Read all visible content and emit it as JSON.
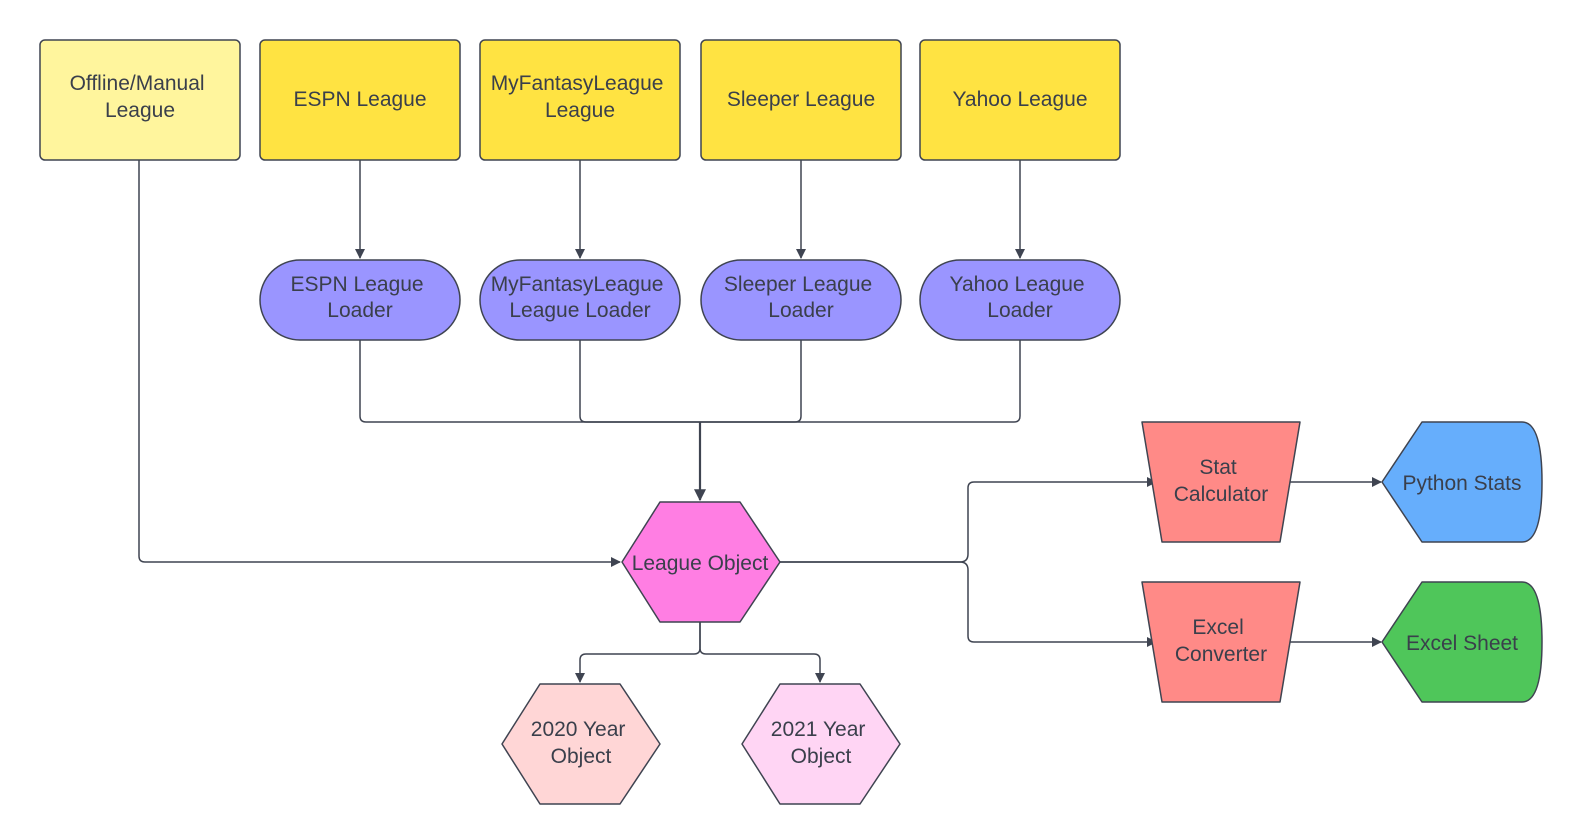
{
  "diagram": {
    "nodes": {
      "offline_league": {
        "lines": [
          "Offline/Manual",
          "League"
        ],
        "color": "#fff59d"
      },
      "espn_league": {
        "lines": [
          "ESPN League"
        ],
        "color": "#ffe342"
      },
      "mfl_league": {
        "lines": [
          "MyFantasyLeague",
          "League"
        ],
        "color": "#ffe342"
      },
      "sleeper_league": {
        "lines": [
          "Sleeper League"
        ],
        "color": "#ffe342"
      },
      "yahoo_league": {
        "lines": [
          "Yahoo League"
        ],
        "color": "#ffe342"
      },
      "espn_loader": {
        "lines": [
          "ESPN League",
          "Loader"
        ],
        "color": "#9a95ff"
      },
      "mfl_loader": {
        "lines": [
          "MyFantasyLeague",
          "League Loader"
        ],
        "color": "#9a95ff"
      },
      "sleeper_loader": {
        "lines": [
          "Sleeper League",
          "Loader"
        ],
        "color": "#9a95ff"
      },
      "yahoo_loader": {
        "lines": [
          "Yahoo League",
          "Loader"
        ],
        "color": "#9a95ff"
      },
      "league_object": {
        "lines": [
          "League Object"
        ],
        "color": "#ff7ee3"
      },
      "year_2020": {
        "lines": [
          "2020 Year",
          "Object"
        ],
        "color": "#ffd6d6"
      },
      "year_2021": {
        "lines": [
          "2021 Year",
          "Object"
        ],
        "color": "#ffd5f4"
      },
      "stat_calculator": {
        "lines": [
          "Stat",
          "Calculator"
        ],
        "color": "#ff8a87"
      },
      "excel_converter": {
        "lines": [
          "Excel",
          "Converter"
        ],
        "color": "#ff8a87"
      },
      "python_stats": {
        "lines": [
          "Python Stats"
        ],
        "color": "#66aefc"
      },
      "excel_sheet": {
        "lines": [
          "Excel Sheet"
        ],
        "color": "#4fc65a"
      }
    },
    "colors": {
      "line": "#3f4451",
      "text": "#3a3f4b",
      "background": "#ffffff"
    }
  }
}
